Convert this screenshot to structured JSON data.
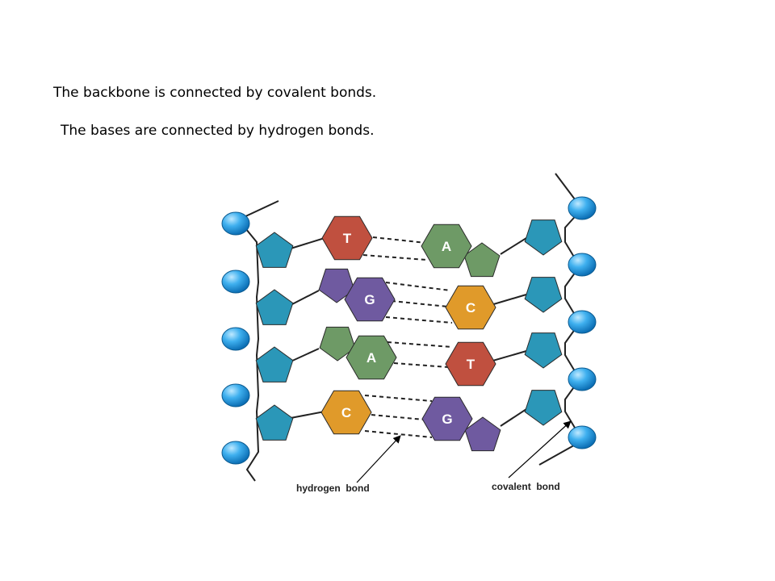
{
  "captions": {
    "backbone": "The backbone is connected by covalent bonds.",
    "bases": "The bases are connected by hydrogen bonds."
  },
  "labels": {
    "hydrogen_bond": "hydrogen  bond",
    "covalent_bond": "covalent  bond"
  },
  "base_pairs": [
    {
      "left": "T",
      "right": "A"
    },
    {
      "left": "G",
      "right": "C"
    },
    {
      "left": "A",
      "right": "T"
    },
    {
      "left": "C",
      "right": "G"
    }
  ],
  "colors": {
    "T": "#c0503f",
    "A": "#6e9a66",
    "G": "#6f5aa0",
    "C": "#e09a2a",
    "sugar": "#2b97b8",
    "phosphate": "#1c8fd6"
  }
}
